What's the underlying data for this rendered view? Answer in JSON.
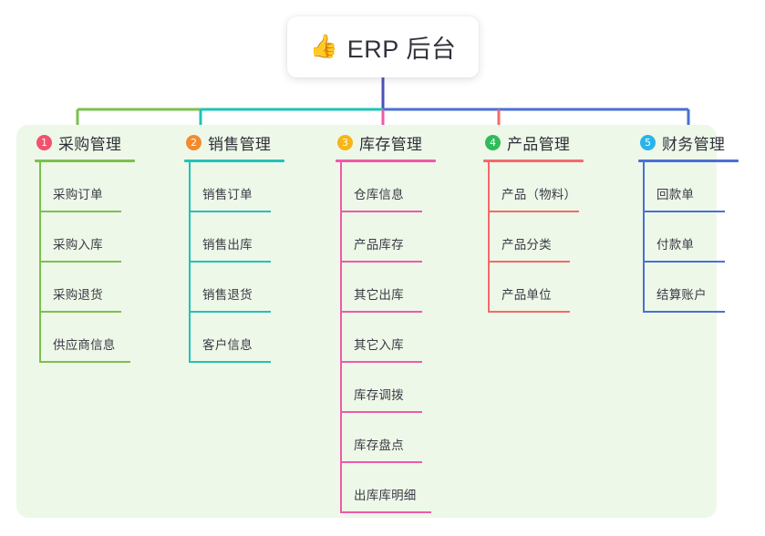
{
  "diagram": {
    "type": "mindmap",
    "root": {
      "icon": "thumbs-up-emoji",
      "emoji": "👍",
      "label": "ERP 后台"
    },
    "panel_color": "#eef8e9",
    "trunk_color": "#4a52b8",
    "branches": [
      {
        "number": "1",
        "label": "采购管理",
        "color": "#7cc04e",
        "badge_color": "#f3516d",
        "children": [
          "采购订单",
          "采购入库",
          "采购退货",
          "供应商信息"
        ]
      },
      {
        "number": "2",
        "label": "销售管理",
        "color": "#21c3b6",
        "badge_color": "#f38b2e",
        "children": [
          "销售订单",
          "销售出库",
          "销售退货",
          "客户信息"
        ]
      },
      {
        "number": "3",
        "label": "库存管理",
        "color": "#ef5aa8",
        "badge_color": "#f7b519",
        "children": [
          "仓库信息",
          "产品库存",
          "其它出库",
          "其它入库",
          "库存调拨",
          "库存盘点",
          "出库库明细"
        ]
      },
      {
        "number": "4",
        "label": "产品管理",
        "color": "#f4696b",
        "badge_color": "#2fbb5a",
        "children": [
          "产品（物料）",
          "产品分类",
          "产品单位"
        ]
      },
      {
        "number": "5",
        "label": "财务管理",
        "color": "#4a6fd4",
        "badge_color": "#2bb3e8",
        "children": [
          "回款单",
          "付款单",
          "结算账户"
        ]
      }
    ]
  }
}
